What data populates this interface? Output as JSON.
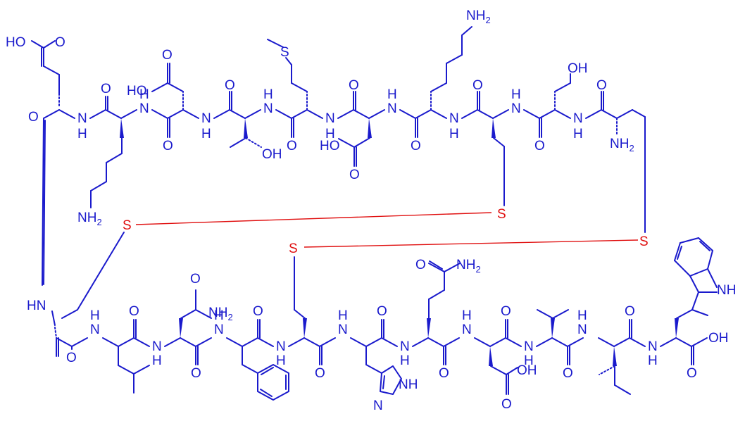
{
  "labels": {
    "hooc_glu": "HO",
    "o_glu_acid": "O",
    "o_glu_ketone": "O",
    "nh_glu": "N",
    "h_glu": "H",
    "o_lys1": "O",
    "nh_lys1": "N",
    "h_lys1": "H",
    "nh2_lys1": "NH",
    "nh2_lys1_sub": "2",
    "ho_asp1": "HO",
    "o_asp1_top": "O",
    "o_asp1": "O",
    "nh_asp1": "N",
    "h_asp1": "H",
    "o_thr": "O",
    "oh_thr": "OH",
    "nh_thr": "N",
    "h_thr": "H",
    "s_met": "S",
    "o_met": "O",
    "nh_met": "N",
    "h_met": "H",
    "o_asp2": "O",
    "ho_asp2": "HO",
    "o_asp2_side": "O",
    "nh_asp2": "N",
    "h_asp2": "H",
    "nh2_lys2": "NH",
    "nh2_lys2_sub": "2",
    "o_lys2": "O",
    "nh_lys2": "N",
    "h_lys2": "H",
    "o_cys1": "O",
    "nh_cys1": "N",
    "h_cys1": "H",
    "o_ser": "O",
    "oh_ser": "OH",
    "nh_ser": "N",
    "h_ser": "H",
    "o_cys_n": "O",
    "nh2_cys_n": "NH",
    "nh2_cys_n_sub": "2",
    "s1": "S",
    "s2": "S",
    "s3": "S",
    "s4": "S",
    "hn_lys3": "HN",
    "o_lys3": "O",
    "nh_leu": "N",
    "h_leu": "H",
    "o_leu": "O",
    "o_asn": "O",
    "nh2_asn": "NH",
    "nh2_asn_sub": "2",
    "nh_asn": "N",
    "h_asn": "H",
    "o_asn2": "O",
    "nh_phe": "N",
    "h_phe": "H",
    "o_phe": "O",
    "nh_cys3": "N",
    "h_cys3": "H",
    "o_cys3": "O",
    "nh_his": "N",
    "h_his": "H",
    "o_his": "O",
    "nh_his_ring": "NH",
    "n_his_ring": "N",
    "o_gln": "O",
    "nh2_gln": "NH",
    "nh2_gln_sub": "2",
    "nh_gln": "N",
    "h_gln": "H",
    "o_gln2": "O",
    "nh_asp3": "N",
    "h_asp3": "H",
    "o_asp3": "O",
    "oh_asp3": "OH",
    "o_asp3_side": "O",
    "nh_val": "N",
    "h_val": "H",
    "o_val": "O",
    "nh_ile": "N",
    "h_ile": "H",
    "o_ile": "O",
    "nh_trp": "N",
    "h_trp": "H",
    "nh_indole": "NH",
    "oh_trp": "OH",
    "o_trp": "O"
  }
}
